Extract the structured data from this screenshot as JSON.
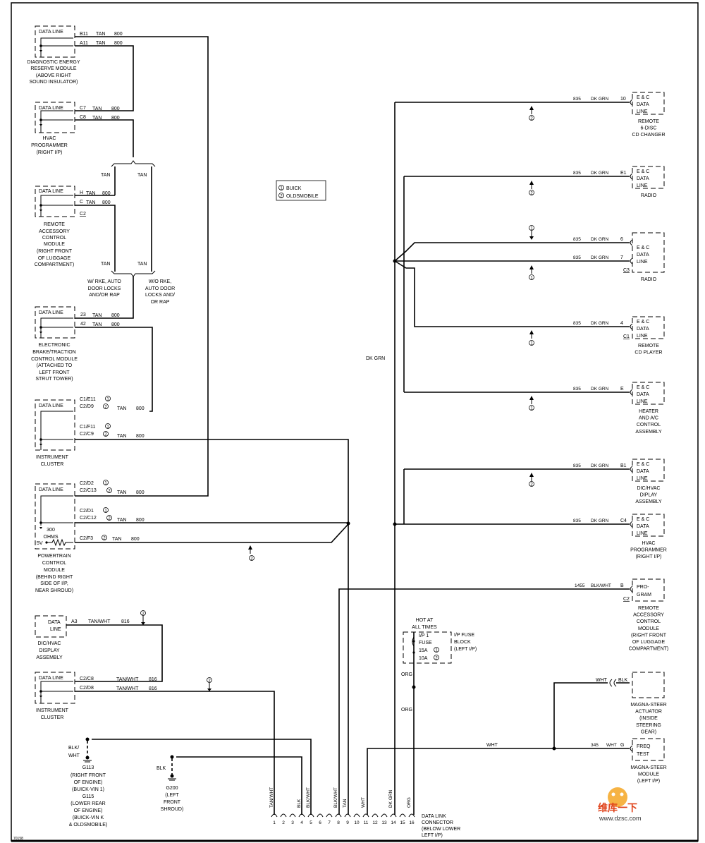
{
  "legend": [
    {
      "num": "1",
      "label": "BUICK"
    },
    {
      "num": "2",
      "label": "OLDSMOBILE"
    }
  ],
  "box_label_data_line": "DATA LINE",
  "box_label_data": "DATA",
  "box_label_line": "LINE",
  "box_label_ec": "E & C",
  "left_modules": [
    {
      "name": "diag-energy-reserve",
      "lines": [
        "DIAGNOSTIC ENERGY",
        "RESERVE MODULE",
        "(ABOVE RIGHT",
        "SOUND INSULATOR)"
      ],
      "pins": [
        {
          "pin": "B11",
          "color": "TAN",
          "circuit": "800"
        },
        {
          "pin": "A11",
          "color": "TAN",
          "circuit": "800"
        }
      ]
    },
    {
      "name": "hvac-programmer-left",
      "lines": [
        "HVAC",
        "PROGRAMMER",
        "(RIGHT I/P)"
      ],
      "pins": [
        {
          "pin": "C7",
          "color": "TAN",
          "circuit": "800"
        },
        {
          "pin": "C8",
          "color": "TAN",
          "circuit": "800"
        }
      ]
    },
    {
      "name": "remote-accessory-left",
      "lines": [
        "REMOTE",
        "ACCESSORY",
        "CONTROL",
        "MODULE",
        "(RIGHT FRONT",
        "OF LUGGAGE",
        "COMPARTMENT)"
      ],
      "pins": [
        {
          "pin": "H",
          "color": "TAN",
          "circuit": "800"
        },
        {
          "pin": "C",
          "color": "TAN",
          "circuit": "800"
        }
      ],
      "connector": "C2"
    },
    {
      "name": "ebtcm",
      "lines": [
        "ELECTRONIC",
        "BRAKE/TRACTION",
        "CONTROL MODULE",
        "(ATTACHED TO",
        "LEFT FRONT",
        "STRUT TOWER)"
      ],
      "pins": [
        {
          "pin": "23",
          "color": "TAN",
          "circuit": "800"
        },
        {
          "pin": "42",
          "color": "TAN",
          "circuit": "800"
        }
      ]
    },
    {
      "name": "instrument-cluster-1",
      "lines": [
        "INSTRUMENT",
        "CLUSTER"
      ],
      "pins": [
        {
          "pin": "C1/E11",
          "pin2": "C2/D9",
          "color": "TAN",
          "circuit": "800"
        },
        {
          "pin": "C1/F11",
          "pin2": "C2/C9",
          "color": "TAN",
          "circuit": "800"
        }
      ]
    },
    {
      "name": "pcm",
      "lines": [
        "POWERTRAIN",
        "CONTROL",
        "MODULE",
        "(BEHIND RIGHT",
        "SIDE OF I/P,",
        "NEAR SHROUD)"
      ],
      "pins": [
        {
          "pin": "C2/D2",
          "pin2": "C2/C13",
          "color": "TAN",
          "circuit": "800"
        },
        {
          "pin": "C2/D1",
          "pin2": "C2/C12",
          "color": "TAN",
          "circuit": "800"
        },
        {
          "pin": "C2/F3",
          "color": "TAN",
          "circuit": "800"
        }
      ],
      "resistor": [
        "300",
        "OHMS"
      ],
      "voltage": "5V"
    },
    {
      "name": "dic-hvac-left",
      "lines": [
        "DIC/HVAC",
        "DISPLAY",
        "ASSEMBLY"
      ],
      "pins": [
        {
          "pin": "A3",
          "color": "TAN/WHT",
          "circuit": "816"
        }
      ]
    },
    {
      "name": "instrument-cluster-2",
      "lines": [
        "INSTRUMENT",
        "CLUSTER"
      ],
      "pins": [
        {
          "pin": "C2/C8",
          "color": "TAN/WHT",
          "circuit": "816"
        },
        {
          "pin": "C2/D8",
          "color": "TAN/WHT",
          "circuit": "816"
        }
      ]
    }
  ],
  "splice_labels": {
    "tan": "TAN"
  },
  "options": {
    "with": [
      "W/ RKE, AUTO",
      "DOOR LOCKS",
      "AND/OR RAP"
    ],
    "without": [
      "W/O RKE,",
      "AUTO DOOR",
      "LOCKS AND/",
      "OR RAP"
    ]
  },
  "right_modules": [
    {
      "name": "cd-changer",
      "pins": [
        "10"
      ],
      "circuit": "835",
      "color": "DK GRN",
      "lines": [
        "REMOTE",
        "6-DISC",
        "CD CHANGER"
      ],
      "option": "2"
    },
    {
      "name": "radio-1",
      "pins": [
        "E1"
      ],
      "circuit": "835",
      "color": "DK GRN",
      "lines": [
        "RADIO"
      ],
      "option": "2"
    },
    {
      "name": "radio-2",
      "pins": [
        "6",
        "7"
      ],
      "circuit": "835",
      "color": "DK GRN",
      "lines": [
        "RADIO"
      ],
      "connector": "C3",
      "option": "1"
    },
    {
      "name": "cd-player",
      "pins": [
        "4"
      ],
      "circuit": "835",
      "color": "DK GRN",
      "lines": [
        "REMOTE",
        "CD PLAYER"
      ],
      "connector": "C1",
      "option": "1"
    },
    {
      "name": "heater-ac",
      "pins": [
        "E"
      ],
      "circuit": "835",
      "color": "DK GRN",
      "lines": [
        "HEATER",
        "AND A/C",
        "CONTROL",
        "ASSEMBLY"
      ],
      "option": "1"
    },
    {
      "name": "dic-hvac-right",
      "pins": [
        "B1"
      ],
      "circuit": "835",
      "color": "DK GRN",
      "lines": [
        "DIC/HVAC",
        "DIPLAY",
        "ASSEMBLY"
      ],
      "option": "2"
    },
    {
      "name": "hvac-programmer-right",
      "pins": [
        "C4"
      ],
      "circuit": "835",
      "color": "DK GRN",
      "lines": [
        "HVAC",
        "PROGRAMMER",
        "(RIGHT I/P)"
      ]
    },
    {
      "name": "remote-accessory-right",
      "pins": [
        "B"
      ],
      "circuit": "1455",
      "color": "BLK/WHT",
      "lines": [
        "REMOTE",
        "ACCESSORY",
        "CONTROL",
        "MODULE",
        "(RIGHT FRONT",
        "OF LUGGAGE",
        "COMPARTMENT)"
      ],
      "connector": "C2",
      "box": [
        "PRO-",
        "GRAM"
      ]
    },
    {
      "name": "magna-steer-actuator",
      "pins": [],
      "wire_left": "WHT",
      "wire_right": "BLK",
      "lines": [
        "MAGNA-STEER",
        "ACTUATOR",
        "(INSIDE",
        "STEERING",
        "GEAR)"
      ]
    },
    {
      "name": "magna-steer-module",
      "pins": [
        "G"
      ],
      "circuit": "345",
      "color": "WHT",
      "lines": [
        "MAGNA-STEER",
        "MODULE",
        "(LEFT I/P)"
      ],
      "box": [
        "FREQ",
        "TEST"
      ]
    }
  ],
  "dk_grn_label": "DK GRN",
  "wht_label": "WHT",
  "org_label": "ORG",
  "fuse": {
    "hot": [
      "HOT AT",
      "ALL TIMES"
    ],
    "lines": [
      "I/P 1",
      "FUSE",
      "15A",
      "10A"
    ],
    "block": [
      "I/P FUSE",
      "BLOCK",
      "(LEFT I/P)"
    ]
  },
  "grounds": [
    {
      "wire": [
        "BLK/",
        "WHT"
      ],
      "lines": [
        "G113",
        "(RIGHT FRONT",
        "OF ENGINE)",
        "(BUICK-VIN 1)",
        "G115",
        "(LOWER REAR",
        "OF ENGINE)",
        "(BUICK-VIN K",
        "& OLDSMOBILE)"
      ]
    },
    {
      "wire": [
        "BLK"
      ],
      "lines": [
        "G200",
        "(LEFT",
        "FRONT",
        "SHROUD)"
      ]
    }
  ],
  "dlc": {
    "pins": [
      "1",
      "2",
      "3",
      "4",
      "5",
      "6",
      "7",
      "8",
      "9",
      "10",
      "11",
      "12",
      "13",
      "14",
      "15",
      "16"
    ],
    "wire_labels": [
      {
        "pin": "1",
        "label": "TAN/WHT"
      },
      {
        "pin": "4",
        "label": "BLK"
      },
      {
        "pin": "5",
        "label": "BLK/WHT"
      },
      {
        "pin": "8",
        "label": "BLK/WHT"
      },
      {
        "pin": "9",
        "label": "TAN"
      },
      {
        "pin": "11",
        "label": "WHT"
      },
      {
        "pin": "14",
        "label": "DK GRN"
      },
      {
        "pin": "16",
        "label": "ORG"
      }
    ],
    "lines": [
      "DATA LINK",
      "CONNECTOR",
      "(BELOW LOWER",
      "LEFT I/P)"
    ]
  },
  "figure_id": "70158",
  "watermark": {
    "cn": "维库一下",
    "url": "www.dzsc.com"
  }
}
